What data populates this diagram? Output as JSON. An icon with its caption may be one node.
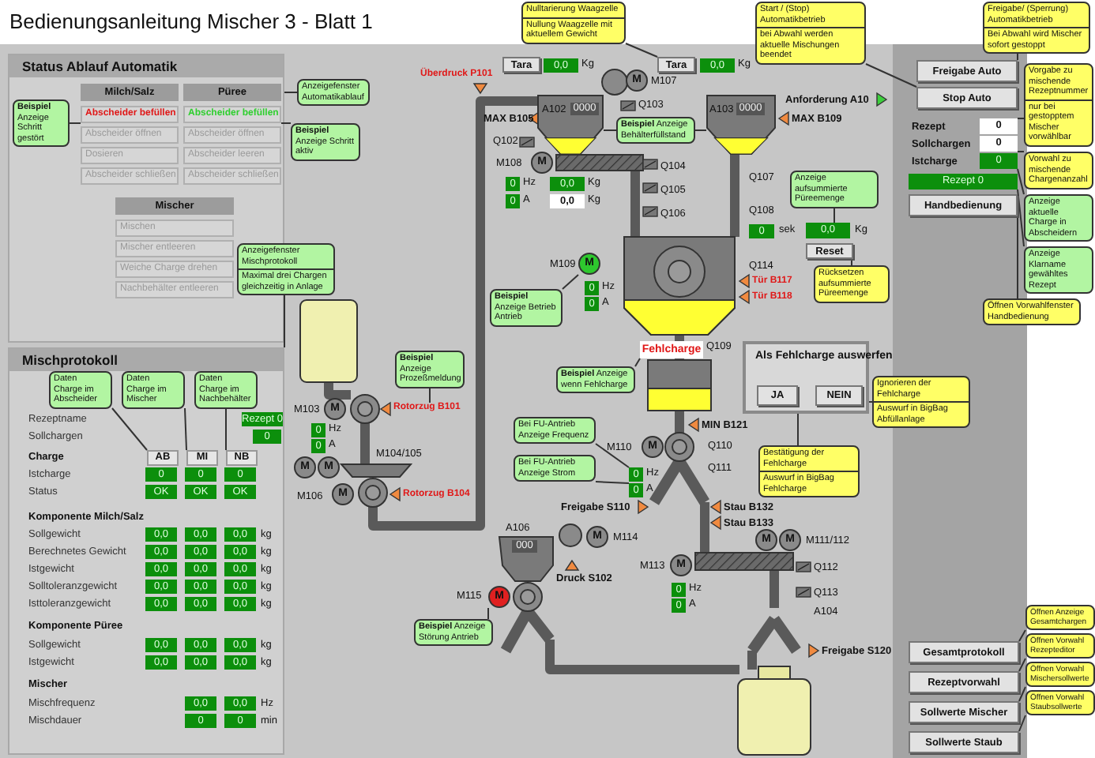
{
  "diagram": {
    "title": "Bedienungsanleitung Mischer 3 - Blatt 1",
    "nodes": [
      {
        "text": [
          "Status Ablauf Automatik"
        ]
      },
      {
        "text": [
          "Milch/Salz"
        ],
        "in": 0
      },
      {
        "text": [
          "Püree"
        ],
        "in": 0
      },
      {
        "text": [
          "Abscheider befüllen"
        ],
        "in": 0
      },
      {
        "text": [
          "Abscheider öffnen"
        ],
        "in": 0
      },
      {
        "text": [
          "Dosieren"
        ],
        "in": 0
      },
      {
        "text": [
          "Abscheider schließen"
        ],
        "in": 0
      },
      {
        "text": [
          "Abscheider befüllen"
        ],
        "in": 0
      },
      {
        "text": [
          "Abscheider öffnen"
        ],
        "in": 0
      },
      {
        "text": [
          "Abscheider leeren"
        ],
        "in": 0
      },
      {
        "text": [
          "Abscheider schließen"
        ],
        "in": 0
      },
      {
        "text": [
          "Mischer"
        ],
        "in": 0
      },
      {
        "text": [
          "Mischen"
        ],
        "in": 0
      },
      {
        "text": [
          "Mischer entleeren"
        ],
        "in": 0
      },
      {
        "text": [
          "Weiche Charge drehen"
        ],
        "in": 0
      },
      {
        "text": [
          "Nachbehälter entleeren"
        ],
        "in": 0
      },
      {
        "text": [
          "Mischprotokoll"
        ]
      },
      {
        "text": [
          "AB"
        ],
        "in": 16
      },
      {
        "text": [
          "MI"
        ],
        "in": 16
      },
      {
        "text": [
          "NB"
        ],
        "in": 16
      },
      {
        "text": [
          "Anzeigefenster Automatikablauf"
        ]
      },
      {
        "text": [
          "**Beispiel** Anzeige Schritt gestört"
        ],
        "in": 0
      },
      {
        "text": [
          "**Beispiel** Anzeige Schritt aktiv"
        ]
      },
      {
        "text": [
          "Anzeigefenster Mischprotokoll",
          "Maximal drei Chargen gleichzeitig in Anlage"
        ]
      },
      {
        "text": [
          "Daten Charge im Abscheider"
        ],
        "in": 16
      },
      {
        "text": [
          "Daten Charge im Mischer"
        ],
        "in": 16
      },
      {
        "text": [
          "Daten Charge im Nachbehälter"
        ],
        "in": 16
      },
      {
        "text": [
          "Tara"
        ]
      },
      {
        "text": [
          "Tara"
        ]
      },
      {
        "text": [
          "Nulltarierung Waagzelle",
          "Nullung Waagzelle mit aktuellem Gewicht"
        ]
      },
      {
        "text": [
          "Freigabe Auto"
        ]
      },
      {
        "text": [
          "Stop Auto"
        ]
      },
      {
        "text": [
          "Start / (Stop) Automatikbetrieb",
          "bei Abwahl werden aktuelle Mischungen beendet"
        ]
      },
      {
        "text": [
          "Freigabe/ (Sperrung) Automatikbetrieb",
          "Bei Abwahl wird Mischer sofort gestoppt"
        ]
      },
      {
        "text": [
          "0"
        ]
      },
      {
        "text": [
          "0"
        ]
      },
      {
        "text": [
          "0"
        ]
      },
      {
        "text": [
          "Rezept 0"
        ]
      },
      {
        "text": [
          "Handbedienung"
        ]
      },
      {
        "text": [
          "Vorgabe zu mischende Rezeptnummer",
          "nur bei gestopptem Mischer vorwählbar"
        ]
      },
      {
        "text": [
          "Vorwahl zu mischende Chargenanzahl"
        ]
      },
      {
        "text": [
          "Anzeige aktuelle Charge in Abscheidern"
        ]
      },
      {
        "text": [
          "Anzeige Klarname gewähltes Rezept"
        ]
      },
      {
        "text": [
          "Öffnen Vorwahlfenster Handbedienung"
        ]
      },
      {
        "text": [
          "Reset"
        ]
      },
      {
        "text": [
          "0,0"
        ]
      },
      {
        "text": [
          "Anzeige aufsummierte Püreemenge"
        ]
      },
      {
        "text": [
          "Rücksetzen aufsummierte Püreemenge"
        ]
      },
      {
        "text": [],
        "shape": "hopper"
      },
      {
        "text": [
          "**Beispiel** Anzeige Behälterfüllstand"
        ]
      },
      {
        "text": [],
        "shape": "hopper"
      },
      {
        "text": [
          "M"
        ]
      },
      {
        "text": [
          "**Beispiel** Anzeige Betrieb Antrieb"
        ]
      },
      {
        "text": [
          "Fehlcharge"
        ]
      },
      {
        "text": [
          "**Beispiel** Anzeige wenn Fehlcharge"
        ]
      },
      {
        "text": [
          "Als Fehlcharge auswerfen"
        ]
      },
      {
        "text": [
          "JA"
        ],
        "in": 55
      },
      {
        "text": [
          "NEIN"
        ],
        "in": 55
      },
      {
        "text": [
          "Ignorieren der Fehlcharge",
          "Auswurf in BigBag Abfüllanlage"
        ]
      },
      {
        "text": [
          "Bestätigung der Fehlcharge",
          "Auswurf in BigBag Fehlcharge"
        ]
      },
      {
        "text": [
          "0"
        ],
        "beside": [
          "Hz"
        ]
      },
      {
        "text": [
          "0"
        ],
        "beside": [
          "A"
        ]
      },
      {
        "text": [
          "Bei FU-Antrieb Anzeige Frequenz"
        ]
      },
      {
        "text": [
          "Bei FU-Antrieb Anzeige Strom"
        ]
      },
      {
        "text": [
          "Rotorzug B101"
        ]
      },
      {
        "text": [
          "**Beispiel** Anzeige Prozeßmeldung"
        ]
      },
      {
        "text": [
          "M"
        ]
      },
      {
        "text": [
          "**Beispiel** Anzeige Störung Antrieb"
        ]
      },
      {
        "text": [
          "Gesamtprotokoll"
        ]
      },
      {
        "text": [
          "Rezeptvorwahl"
        ]
      },
      {
        "text": [
          "Sollwerte Mischer"
        ]
      },
      {
        "text": [
          "Sollwerte Staub"
        ]
      },
      {
        "text": [
          "Öffnen Anzeige Gesamtchargen"
        ]
      },
      {
        "text": [
          "Öffnen Vorwahl Rezepteditor"
        ]
      },
      {
        "text": [
          "Öffnen Vorwahl Mischersollwerte"
        ]
      },
      {
        "text": [
          "Öffnen Vorwahl Staubsollwerte"
        ]
      }
    ],
    "edges": [
      {
        "from": 20,
        "to": 0,
        "arrow": "none"
      },
      {
        "from": 21,
        "to": 3,
        "arrow": "none"
      },
      {
        "from": 22,
        "to": 7,
        "arrow": "none"
      },
      {
        "from": 23,
        "to": 16,
        "arrow": "none"
      },
      {
        "from": 24,
        "to": 17,
        "arrow": "none"
      },
      {
        "from": 25,
        "to": 18,
        "arrow": "none"
      },
      {
        "from": 26,
        "to": 19,
        "arrow": "none"
      },
      {
        "from": 29,
        "to": 28,
        "arrow": "none"
      },
      {
        "from": 32,
        "to": 31,
        "arrow": "none"
      },
      {
        "from": 33,
        "to": 30,
        "arrow": "none"
      },
      {
        "from": 39,
        "to": 34,
        "arrow": "none"
      },
      {
        "from": 40,
        "to": 35,
        "arrow": "none"
      },
      {
        "from": 41,
        "to": 36,
        "arrow": "none"
      },
      {
        "from": 42,
        "to": 37,
        "arrow": "none"
      },
      {
        "from": 43,
        "to": 38,
        "arrow": "none"
      },
      {
        "from": 46,
        "to": 45,
        "arrow": "none"
      },
      {
        "from": 47,
        "to": 44,
        "arrow": "none"
      },
      {
        "from": 49,
        "to": 48,
        "arrow": "none"
      },
      {
        "from": 49,
        "to": 50,
        "arrow": "none"
      },
      {
        "from": 52,
        "to": 51,
        "arrow": "none"
      },
      {
        "from": 54,
        "to": 53,
        "arrow": "none"
      },
      {
        "from": 58,
        "to": 57,
        "arrow": "none"
      },
      {
        "from": 59,
        "to": 56,
        "arrow": "none"
      },
      {
        "from": 62,
        "to": 60,
        "arrow": "none"
      },
      {
        "from": 63,
        "to": 61,
        "arrow": "none"
      },
      {
        "from": 65,
        "to": 64,
        "arrow": "none"
      },
      {
        "from": 67,
        "to": 66,
        "arrow": "none"
      },
      {
        "from": 72,
        "to": 68,
        "arrow": "none"
      },
      {
        "from": 73,
        "to": 69,
        "arrow": "none"
      },
      {
        "from": 74,
        "to": 70,
        "arrow": "none"
      },
      {
        "from": 75,
        "to": 71,
        "arrow": "none"
      }
    ],
    "labels": [
      "Rezeptname",
      "Rezept 0",
      "Sollchargen",
      "0",
      "Charge",
      "Istcharge",
      "0",
      "0",
      "0",
      "Status",
      "OK",
      "OK",
      "OK",
      "Komponente Milch/Salz",
      "Sollgewicht",
      "0,0",
      "0,0",
      "0,0",
      "kg",
      "Berechnetes Gewicht",
      "0,0",
      "0,0",
      "0,0",
      "kg",
      "Istgewicht",
      "0,0",
      "0,0",
      "0,0",
      "kg",
      "Solltoleranzgewicht",
      "0,0",
      "0,0",
      "0,0",
      "kg",
      "Isttoleranzgewicht",
      "0,0",
      "0,0",
      "0,0",
      "kg",
      "Komponente Püree",
      "Sollgewicht",
      "0,0",
      "0,0",
      "0,0",
      "kg",
      "Istgewicht",
      "0,0",
      "0,0",
      "0,0",
      "kg",
      "Mischer",
      "Mischfrequenz",
      "0,0",
      "0,0",
      "Hz",
      "Mischdauer",
      "0",
      "0",
      "min",
      "Überdruck P101",
      "0,0",
      "Kg",
      "0,0",
      "Kg",
      "M",
      "M107",
      "A102",
      "0000",
      "Q103",
      "A103",
      "0000",
      "MAX B105",
      "Q102",
      "M108",
      "M",
      "Q104",
      "Q105",
      "Q106",
      "0",
      "Hz",
      "0,0",
      "Kg",
      "0",
      "A",
      "0,0",
      "Kg",
      "Anforderung A10",
      "MAX B109",
      "Q107",
      "Q108",
      "0",
      "sek",
      "Kg",
      "M109",
      "0",
      "Hz",
      "0",
      "A",
      "Q114",
      "Tür B117",
      "Tür B118",
      "Q109",
      "M103",
      "M",
      "0",
      "Hz",
      "0",
      "A",
      "M",
      "M",
      "M104/105",
      "M106",
      "M",
      "Rotorzug B104",
      "MIN B121",
      "M110",
      "M",
      "Q110",
      "Q111",
      "Freigabe S110",
      "Stau B132",
      "Stau B133",
      "A106",
      "000",
      "M",
      "M114",
      "Druck S102",
      "M115",
      "M113",
      "M",
      "0",
      "Hz",
      "0",
      "A",
      "M",
      "M",
      "M111/112",
      "Q112",
      "Q113",
      "A104",
      "Freigabe S120",
      "Rezept",
      "Sollchargen",
      "Istcharge"
    ]
  }
}
